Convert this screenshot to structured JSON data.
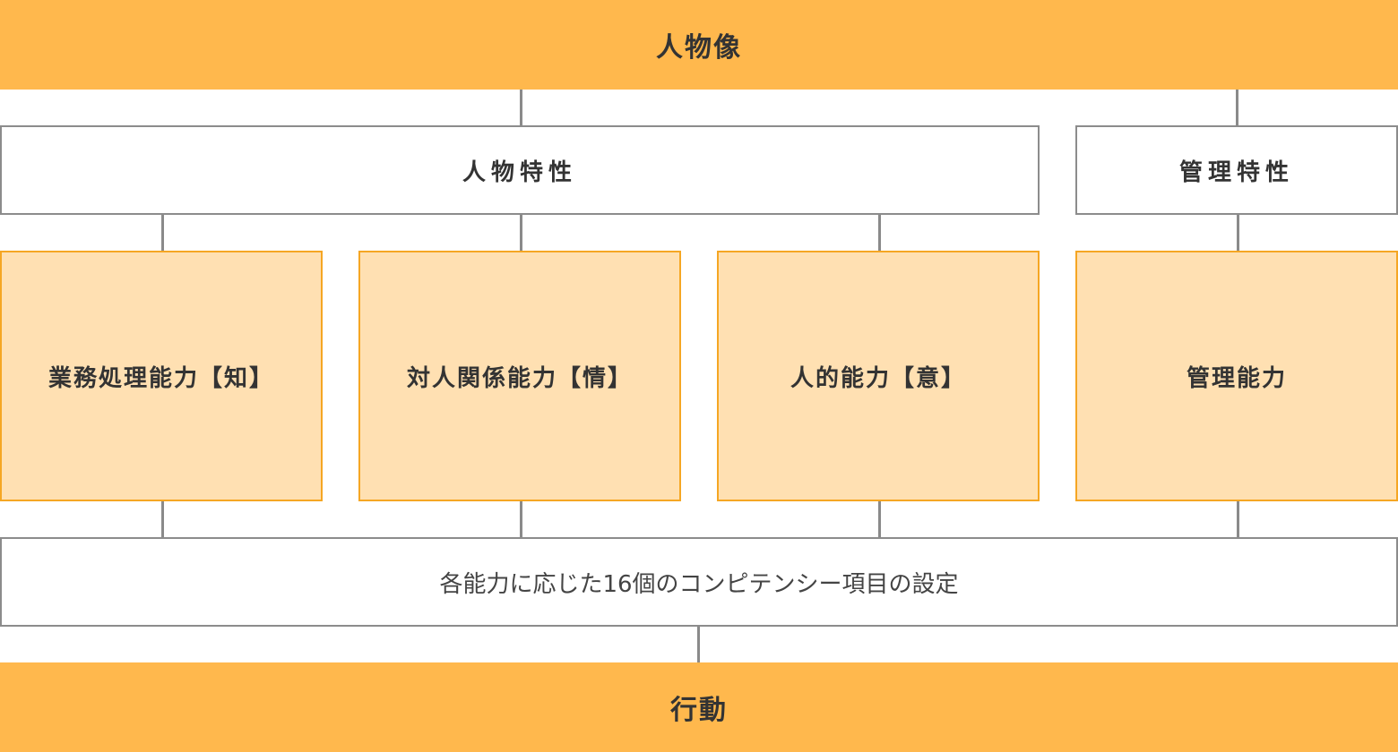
{
  "top_band": {
    "label": "人物像"
  },
  "characteristics": {
    "personal": "人物特性",
    "management": "管理特性"
  },
  "abilities": [
    {
      "label": "業務処理能力【知】"
    },
    {
      "label": "対人関係能力【情】"
    },
    {
      "label": "人的能力【意】"
    },
    {
      "label": "管理能力"
    }
  ],
  "competency_settings": {
    "label": "各能力に応じた16個のコンピテンシー項目の設定"
  },
  "bottom_band": {
    "label": "行動"
  },
  "colors": {
    "band_orange": "#FFB84D",
    "ability_fill": "#FFE0B2",
    "ability_border": "#F5A623",
    "outline_gray": "#8c8c8c",
    "text": "#333333"
  }
}
